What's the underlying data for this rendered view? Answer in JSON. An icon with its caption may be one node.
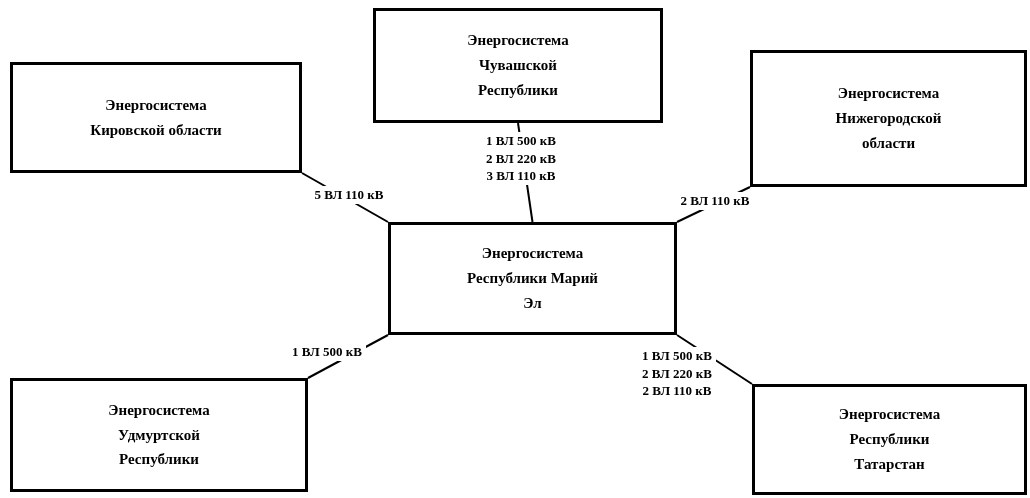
{
  "diagram": {
    "nodes": [
      {
        "text": [
          "Энергосистема Кировской области"
        ]
      },
      {
        "text": [
          "Энергосистема Чувашской Республики"
        ]
      },
      {
        "text": [
          "Энергосистема Нижегородской области"
        ]
      },
      {
        "text": [
          "Энергосистема Республики Марий Эл"
        ]
      },
      {
        "text": [
          "Энергосистема Удмуртской Республики"
        ]
      },
      {
        "text": [
          "Энергосистема Республики Татарстан"
        ]
      }
    ],
    "edges": [
      {
        "from": 3,
        "to": 1,
        "arrow": "none",
        "label": "1 ВЛ 500 кВ 2 ВЛ 220 кВ 3 ВЛ 110 кВ"
      },
      {
        "from": 3,
        "to": 0,
        "arrow": "none",
        "label": "5 ВЛ 110 кВ"
      },
      {
        "from": 3,
        "to": 2,
        "arrow": "none",
        "label": "2 ВЛ 110 кВ"
      },
      {
        "from": 3,
        "to": 4,
        "arrow": "none",
        "label": "1 ВЛ 500 кВ"
      },
      {
        "from": 3,
        "to": 5,
        "arrow": "none",
        "label": "1 ВЛ 500 кВ 2 ВЛ 220 кВ 2 ВЛ 110 кВ"
      }
    ]
  }
}
